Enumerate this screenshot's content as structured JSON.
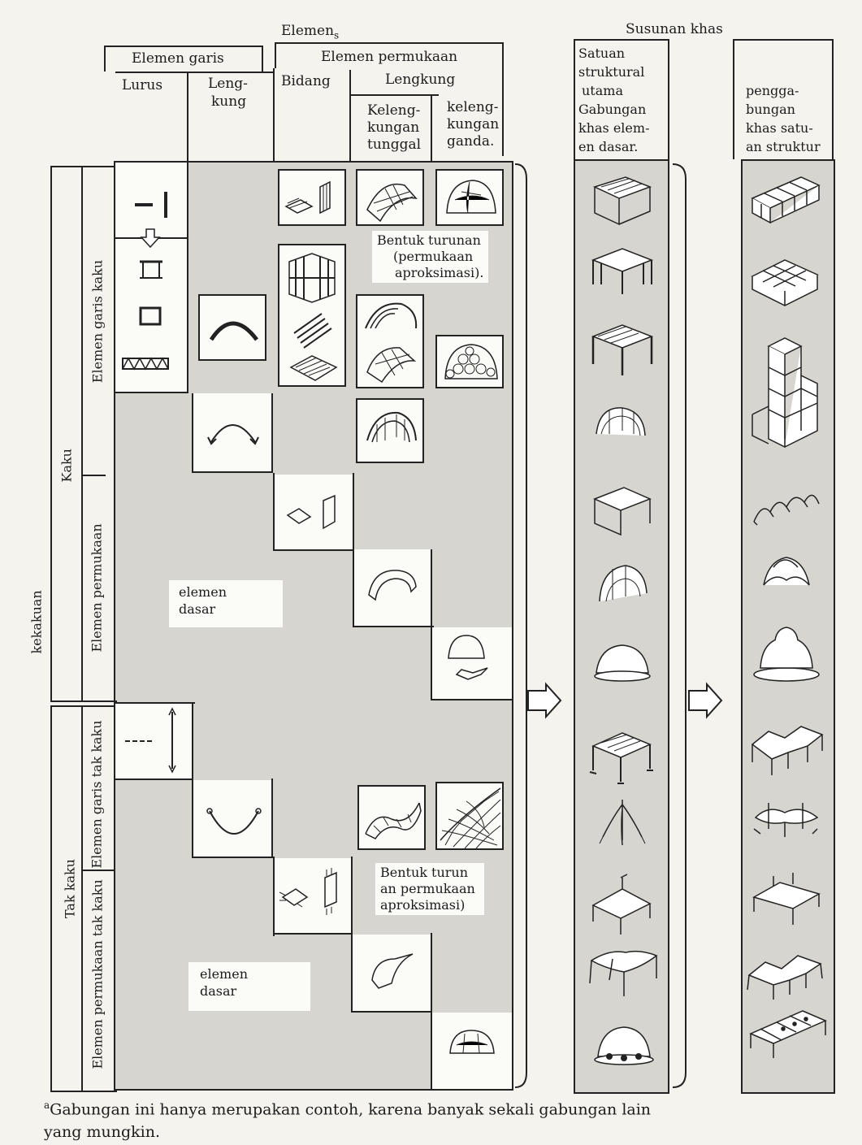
{
  "headers": {
    "elemen": "Elemen",
    "elemen_sup": "s",
    "elemen_garis": "Elemen garis",
    "lurus": "Lurus",
    "lengkung_1": "Leng-",
    "lengkung_2": "kung",
    "elemen_permukaan": "Elemen permukaan",
    "bidang": "Bidang",
    "lengkung": "Lengkung",
    "kelengkungan_tunggal": [
      "Keleng-",
      "kungan",
      "tunggal"
    ],
    "kelengkungan_ganda": [
      "keleng-",
      "kungan",
      "ganda."
    ],
    "susunan_khas": "Susunan khas",
    "satuan_struktural": [
      "Satuan",
      "struktural",
      "utama",
      "Gabungan",
      "khas elem-",
      "en dasar."
    ],
    "penggabungan": [
      "pengga-",
      "bungan",
      "khas satu-",
      "an struktur"
    ]
  },
  "side_labels": {
    "kekakuan": "kekakuan",
    "kaku": "Kaku",
    "tak_kaku": "Tak kaku",
    "elemen_garis_kaku": "Elemen garis kaku",
    "elemen_permukaan_kaku": "Elemen permukaan",
    "elemen_garis_tak_kaku": "Elemen garis tak kaku",
    "elemen_permukaan_tak_kaku": "Elemen permukaan tak kaku"
  },
  "notes": {
    "bentuk_turunan_1": [
      "Bentuk turunan",
      "(permukaan",
      "aproksimasi)."
    ],
    "bentuk_turunan_2": [
      "Bentuk turun",
      "an permukaan",
      "aproksimasi)"
    ],
    "elemen_dasar_1": [
      "elemen",
      "dasar"
    ],
    "elemen_dasar_2": [
      "elemen",
      "dasar"
    ]
  },
  "footnote": {
    "marker": "a",
    "line1": "Gabungan ini hanya merupakan contoh, karena banyak sekali gabungan lain",
    "line2": "yang mungkin."
  },
  "colors": {
    "ink": "#1c1c1c",
    "shade": "#d6d5cf",
    "paper": "#f4f3ee"
  }
}
